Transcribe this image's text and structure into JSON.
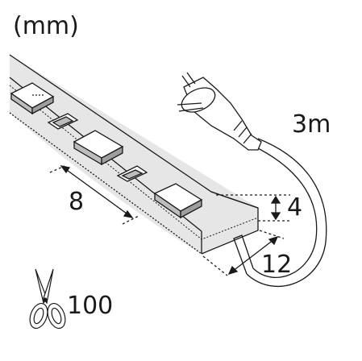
{
  "unit_label": "(mm)",
  "dimensions": {
    "cable_length": "3m",
    "led_spacing": "8",
    "height": "4",
    "width": "12",
    "cut_interval": "100"
  },
  "colors": {
    "line": "#1a1a1a",
    "strip_fill": "#e6e6e6",
    "background": "#ffffff"
  },
  "icons": [
    "plug-icon",
    "scissors-icon"
  ]
}
